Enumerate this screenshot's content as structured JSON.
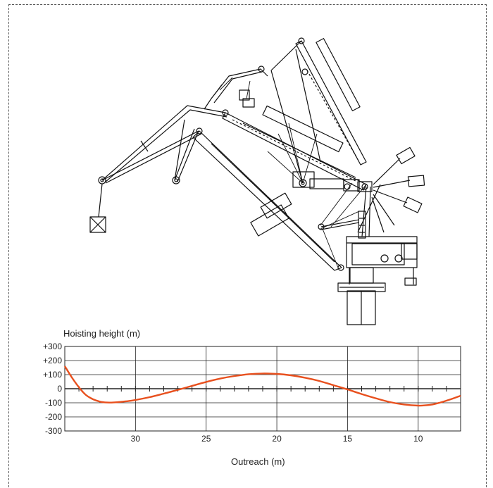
{
  "diagram": {
    "name": "level-luffing crane luffing positions"
  },
  "chart_data": {
    "type": "line",
    "xlabel": "Outreach (m)",
    "ylabel": "Hoisting height (m)",
    "xlim": [
      35,
      7
    ],
    "ylim": [
      -300,
      300
    ],
    "x_ticks": [
      30,
      25,
      20,
      15,
      10
    ],
    "x_tick_labels": [
      "30",
      "25",
      "20",
      "15",
      "10"
    ],
    "y_ticks": [
      300,
      200,
      100,
      0,
      -100,
      -200,
      -300
    ],
    "y_tick_labels": [
      "+300",
      "+200",
      "+100",
      "0",
      "-100",
      "-200",
      "-300"
    ],
    "grid": true,
    "series": [
      {
        "color": "#e8501e",
        "x": [
          35,
          34.5,
          34,
          33.5,
          33,
          32.5,
          32,
          31.5,
          31,
          30.5,
          30,
          29,
          28,
          27,
          26,
          25,
          24,
          23,
          22,
          21,
          20,
          19,
          18,
          17,
          16,
          15,
          14,
          13,
          12,
          11,
          10,
          9.5,
          9,
          8.5,
          8,
          7.5,
          7
        ],
        "y": [
          160,
          80,
          10,
          -45,
          -75,
          -92,
          -98,
          -97,
          -93,
          -88,
          -80,
          -60,
          -35,
          -8,
          20,
          48,
          72,
          90,
          103,
          108,
          105,
          95,
          78,
          55,
          25,
          -5,
          -38,
          -68,
          -95,
          -112,
          -120,
          -118,
          -112,
          -100,
          -85,
          -68,
          -50
        ]
      }
    ]
  }
}
